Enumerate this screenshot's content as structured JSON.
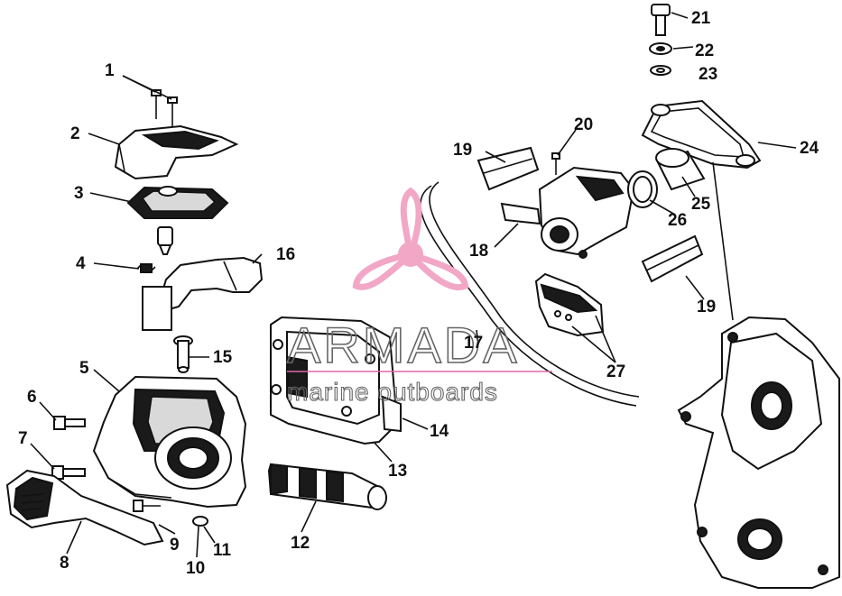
{
  "watermark": {
    "brand": "ARMADA",
    "tagline": "marine outboards",
    "brand_color": "#f2a7c7",
    "text_color": "#666666",
    "divider_color": "#e066a6"
  },
  "callouts": [
    {
      "id": "1",
      "label": "1"
    },
    {
      "id": "2",
      "label": "2"
    },
    {
      "id": "3",
      "label": "3"
    },
    {
      "id": "4",
      "label": "4"
    },
    {
      "id": "5",
      "label": "5"
    },
    {
      "id": "6",
      "label": "6"
    },
    {
      "id": "7",
      "label": "7"
    },
    {
      "id": "8",
      "label": "8"
    },
    {
      "id": "9",
      "label": "9"
    },
    {
      "id": "10",
      "label": "10"
    },
    {
      "id": "11",
      "label": "11"
    },
    {
      "id": "12",
      "label": "12"
    },
    {
      "id": "13",
      "label": "13"
    },
    {
      "id": "14",
      "label": "14"
    },
    {
      "id": "15",
      "label": "15"
    },
    {
      "id": "16",
      "label": "16"
    },
    {
      "id": "17",
      "label": "17"
    },
    {
      "id": "18",
      "label": "18"
    },
    {
      "id": "19a",
      "label": "19"
    },
    {
      "id": "19b",
      "label": "19"
    },
    {
      "id": "20",
      "label": "20"
    },
    {
      "id": "21",
      "label": "21"
    },
    {
      "id": "22",
      "label": "22"
    },
    {
      "id": "23",
      "label": "23"
    },
    {
      "id": "24",
      "label": "24"
    },
    {
      "id": "25",
      "label": "25"
    },
    {
      "id": "26",
      "label": "26"
    },
    {
      "id": "27",
      "label": "27"
    }
  ]
}
